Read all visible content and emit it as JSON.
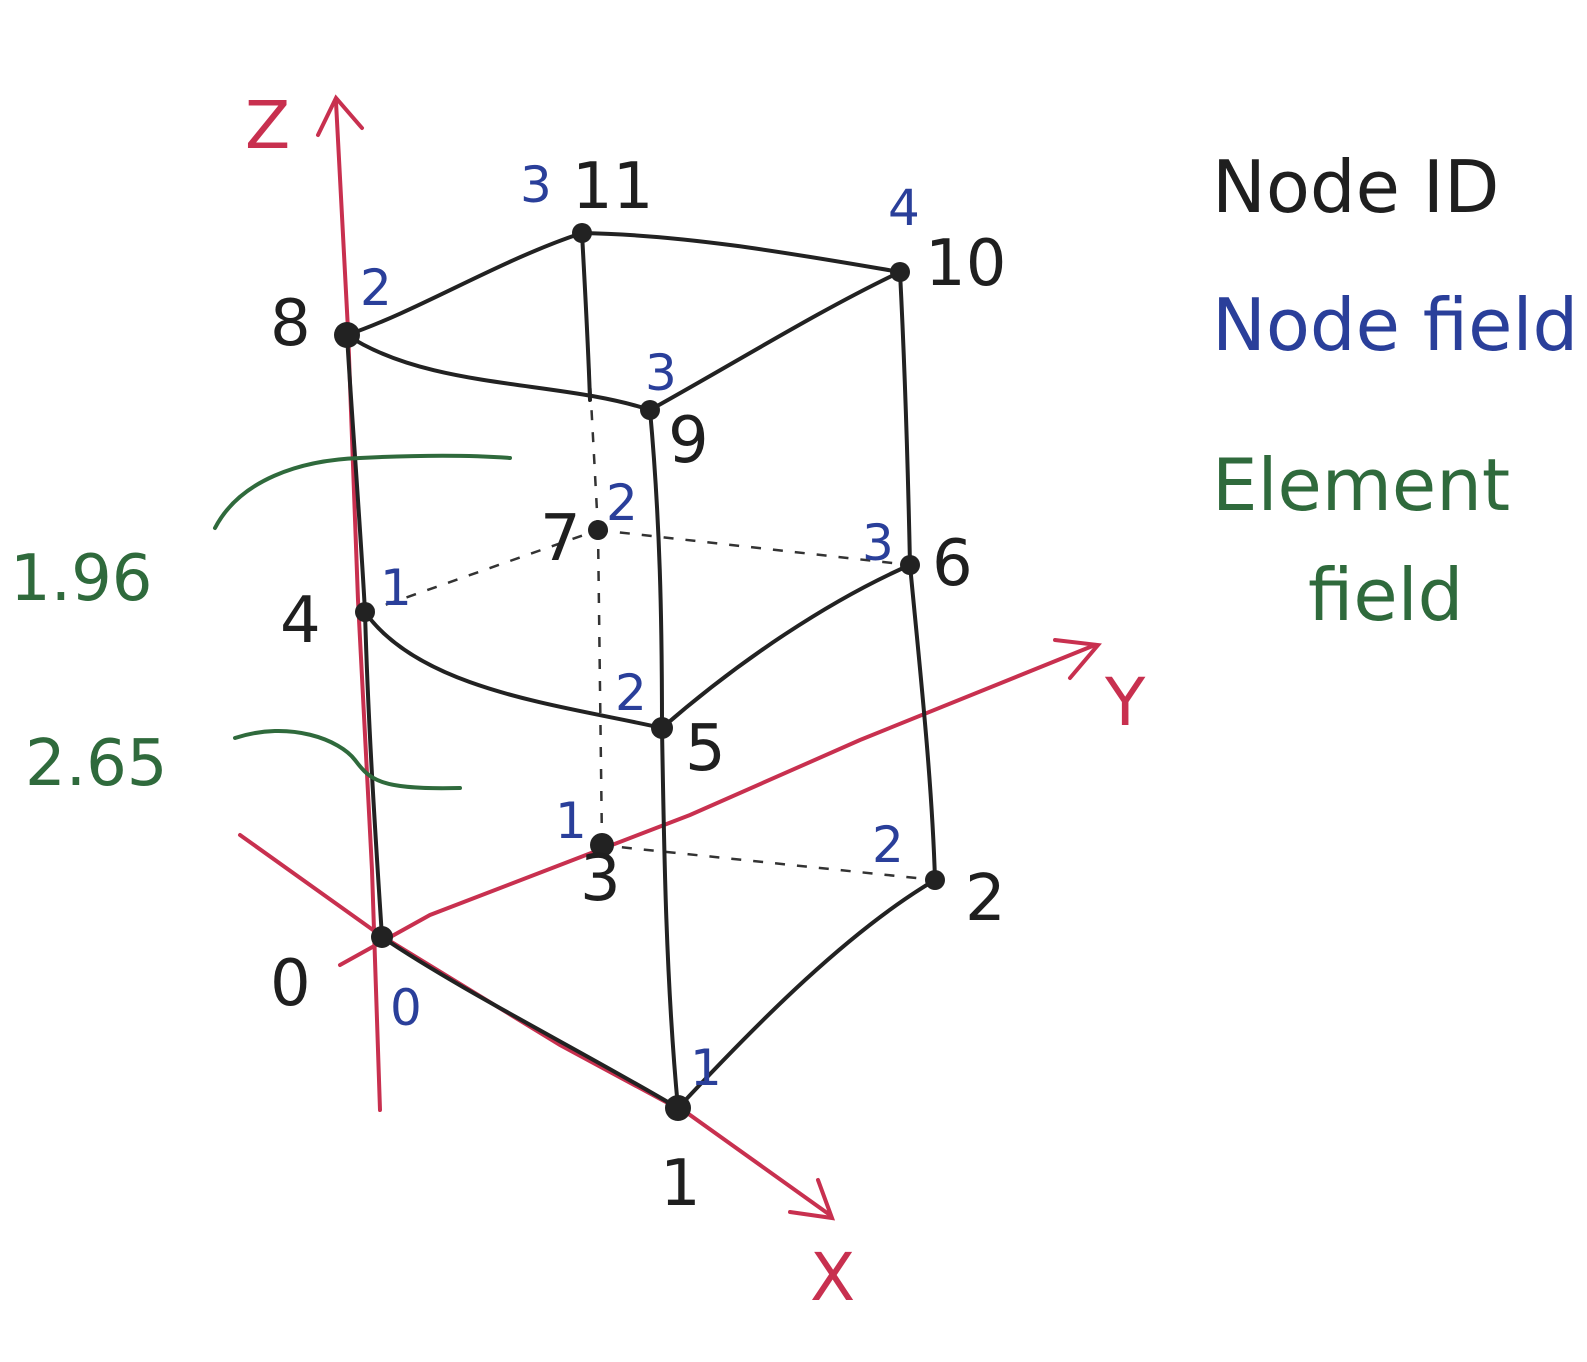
{
  "axes": {
    "x": "X",
    "y": "Y",
    "z": "Z"
  },
  "legend": {
    "node_id": "Node ID",
    "node_field": "Node field",
    "element_field_line1": "Element",
    "element_field_line2": "field"
  },
  "nodes": [
    {
      "id": "0",
      "field": "0"
    },
    {
      "id": "1",
      "field": "1"
    },
    {
      "id": "2",
      "field": "2"
    },
    {
      "id": "3",
      "field": "1"
    },
    {
      "id": "4",
      "field": "1"
    },
    {
      "id": "5",
      "field": "2"
    },
    {
      "id": "6",
      "field": "3"
    },
    {
      "id": "7",
      "field": "2"
    },
    {
      "id": "8",
      "field": "2"
    },
    {
      "id": "9",
      "field": "3"
    },
    {
      "id": "10",
      "field": "4"
    },
    {
      "id": "11",
      "field": "3"
    }
  ],
  "elements": [
    {
      "field": "2.65"
    },
    {
      "field": "1.96"
    }
  ]
}
